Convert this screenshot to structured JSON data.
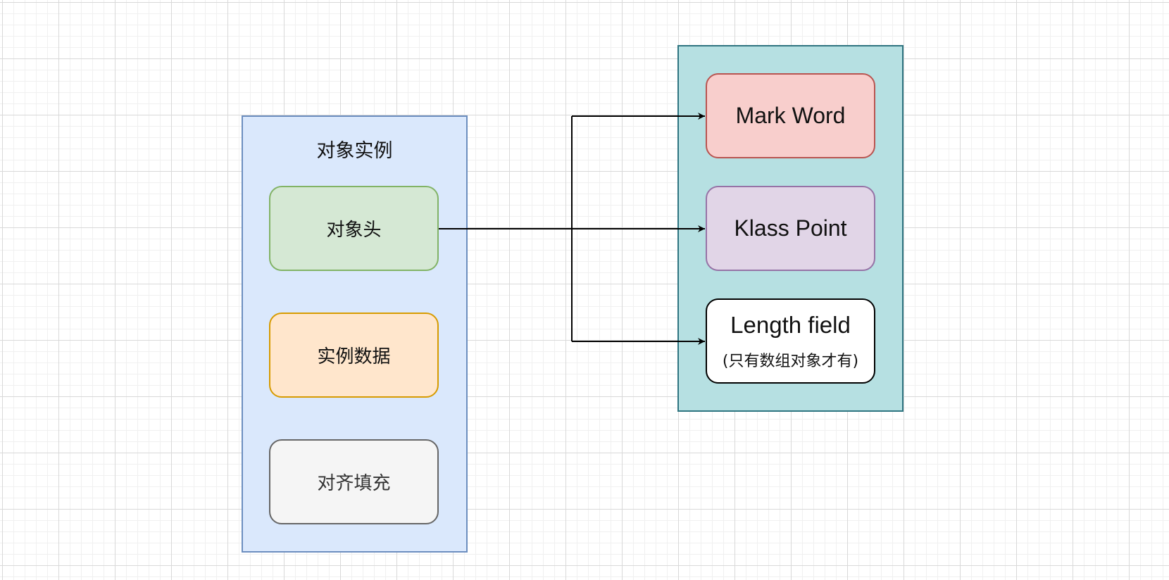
{
  "object_instance": {
    "title": "对象实例",
    "header": "对象头",
    "instance_data": "实例数据",
    "padding": "对齐填充"
  },
  "object_header": {
    "mark_word": "Mark Word",
    "klass_point": "Klass Point",
    "length_field": "Length field",
    "length_note": "(只有数组对象才有)"
  },
  "colors": {
    "object_container_fill": "#dae8fc",
    "header_container_fill": "#b6e0e2",
    "object_header_fill": "#d5e8d4",
    "instance_data_fill": "#ffe6cc",
    "padding_fill": "#f5f5f5",
    "mark_word_fill": "#f8cecc",
    "klass_point_fill": "#e1d5e7",
    "length_field_fill": "#ffffff"
  }
}
